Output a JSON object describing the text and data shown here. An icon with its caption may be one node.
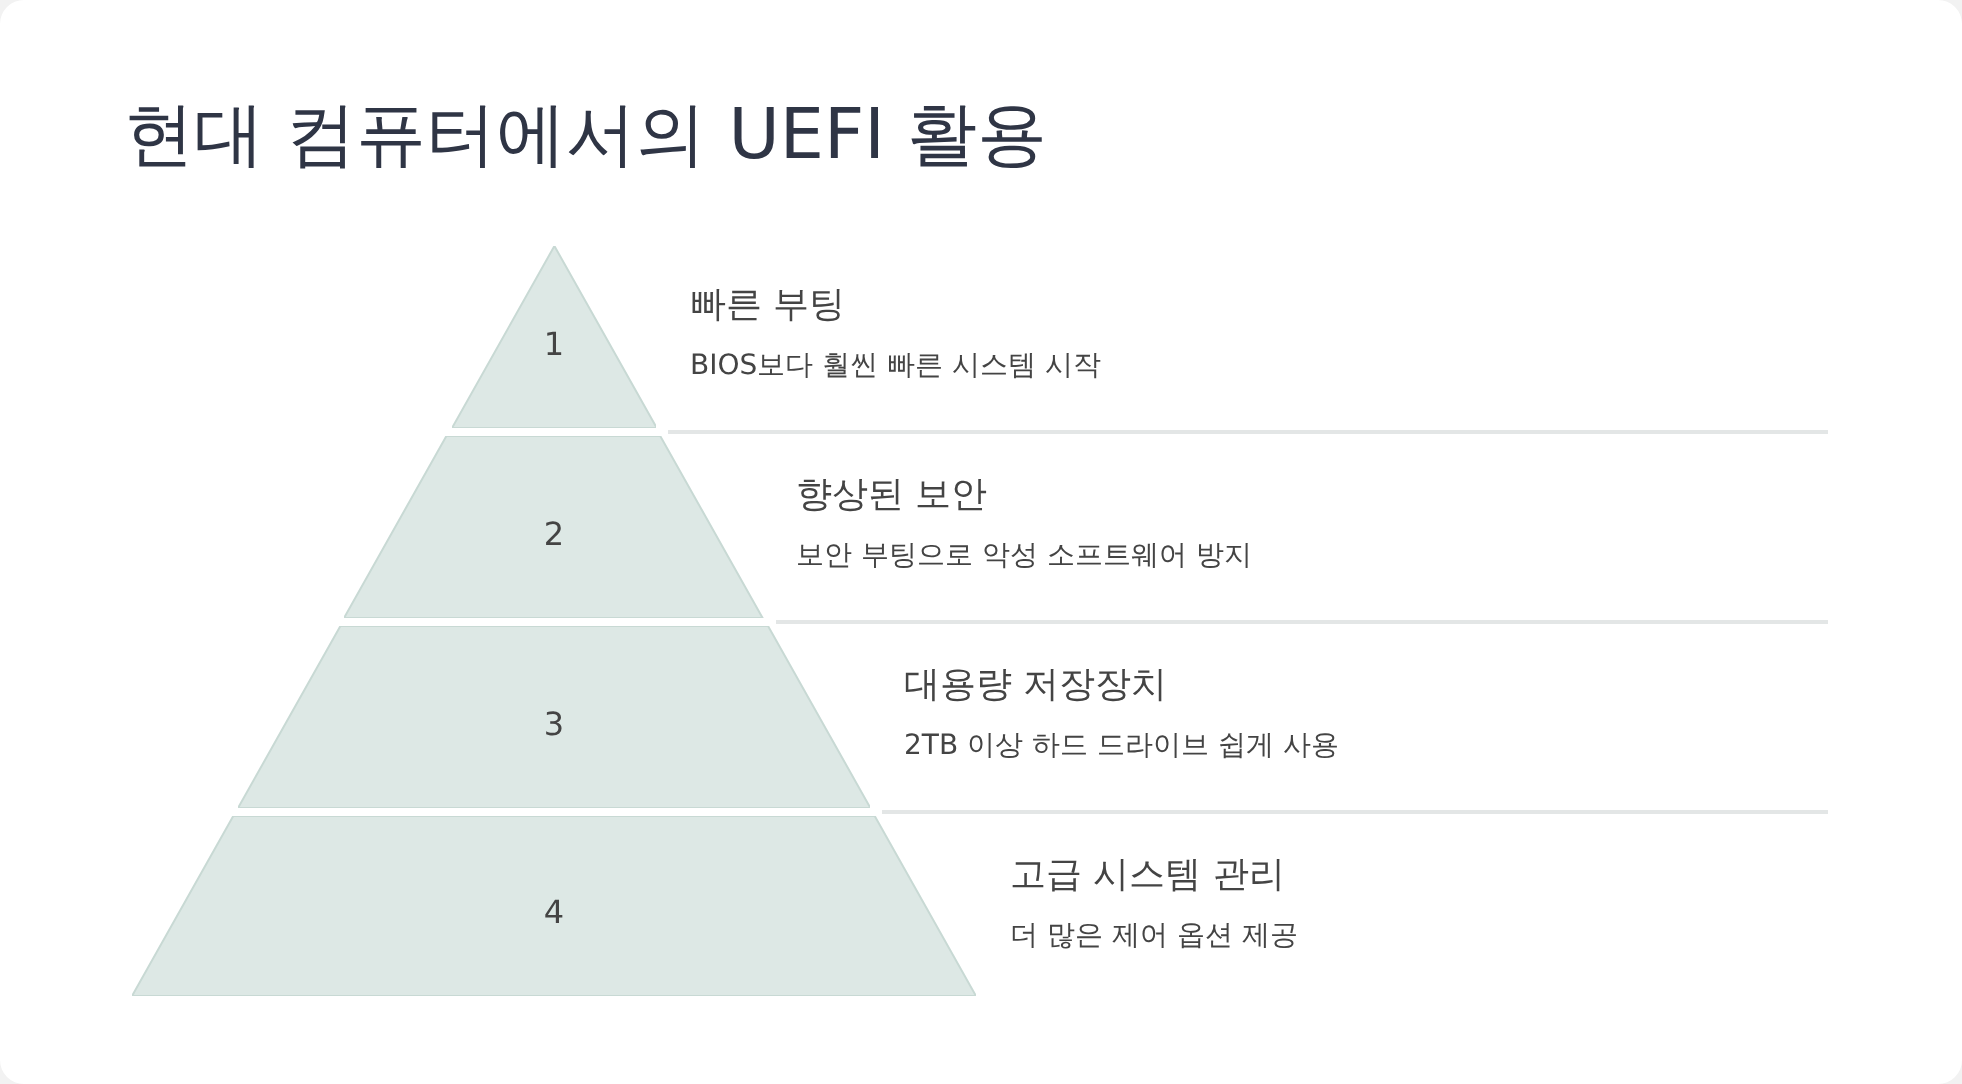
{
  "diagram": {
    "title": "현대 컴퓨터에서의 UEFI 활용",
    "nodes": [
      {
        "text": [
          "1"
        ],
        "beside": [
          "빠른 부팅",
          "BIOS보다 훨씬 빠른 시스템 시작"
        ]
      },
      {
        "text": [
          "2"
        ],
        "beside": [
          "향상된 보안",
          "보안 부팅으로 악성 소프트웨어 방지"
        ]
      },
      {
        "text": [
          "3"
        ],
        "beside": [
          "대용량 저장장치",
          "2TB 이상 하드 드라이브 쉽게 사용"
        ]
      },
      {
        "text": [
          "4"
        ],
        "beside": [
          "고급 시스템 관리",
          "더 많은 제어 옵션 제공"
        ]
      }
    ]
  }
}
